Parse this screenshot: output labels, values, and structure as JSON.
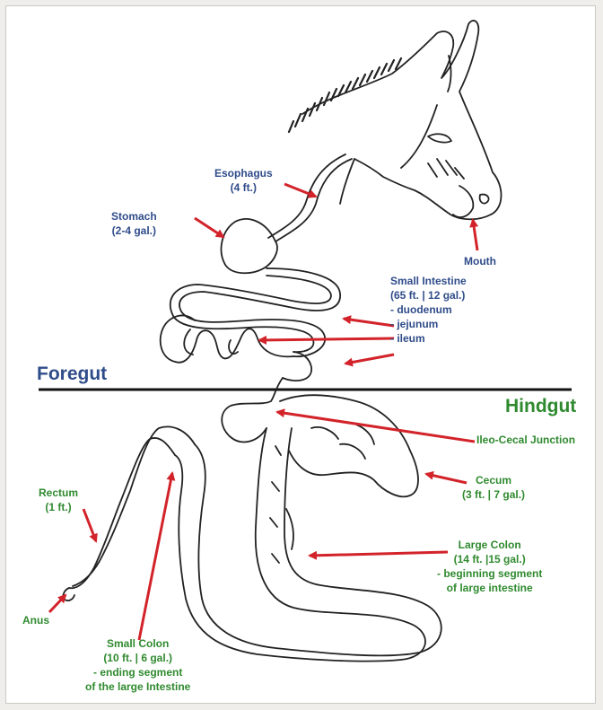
{
  "sections": {
    "foregut": "Foregut",
    "hindgut": "Hindgut"
  },
  "labels": {
    "esophagus": [
      "Esophagus",
      "(4 ft.)"
    ],
    "stomach": [
      "Stomach",
      "(2-4 gal.)"
    ],
    "mouth": [
      "Mouth"
    ],
    "small_intestine": [
      "Small Intestine",
      "(65 ft. | 12 gal.)",
      "- duodenum",
      "- jejunum",
      "- ileum"
    ],
    "ileo_cecal": [
      "Ileo-Cecal Junction"
    ],
    "cecum": [
      "Cecum",
      "(3 ft. | 7 gal.)"
    ],
    "rectum": [
      "Rectum",
      "(1 ft.)"
    ],
    "large_colon": [
      "Large Colon",
      "(14 ft. |15 gal.)",
      "- beginning segment",
      "of large intestine"
    ],
    "anus": [
      "Anus"
    ],
    "small_colon": [
      "Small Colon",
      "(10 ft. | 6 gal.)",
      "- ending segment",
      "of the large Intestine"
    ]
  },
  "colors": {
    "foregut_label": "#2f4c8a",
    "hindgut_label": "#2f8a2f",
    "arrow": "#d3232a",
    "ink": "#222222",
    "divider": "#111111"
  }
}
